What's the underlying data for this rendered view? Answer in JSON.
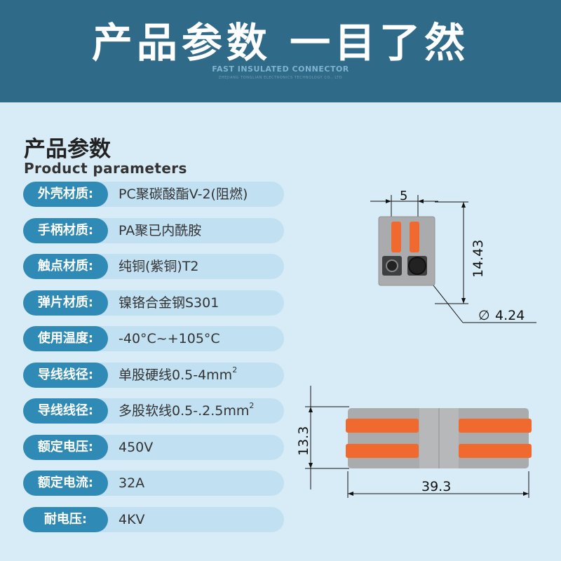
{
  "banner": {
    "title": "产品参数 一目了然",
    "subtitle": "FAST INSULATED CONNECTOR",
    "company": "ZHEJIANG TONGLIAN ELECTRONICS TECHNOLOGY CO., LTD"
  },
  "section": {
    "title_cn": "产品参数",
    "title_en": "Product parameters"
  },
  "params": [
    {
      "label": "外壳材质:",
      "value": "PC聚碳酸酯V-2(阻燃)"
    },
    {
      "label": "手柄材质:",
      "value": "PA聚已内酰胺"
    },
    {
      "label": "触点材质:",
      "value": "纯铜(紫铜)T2"
    },
    {
      "label": "弹片材质:",
      "value": "镍铬合金钢S301"
    },
    {
      "label": "使用温度:",
      "value": "-40°C~+105°C"
    },
    {
      "label": "导线线径:",
      "value": "单股硬线0.5-4mm",
      "sup": "2"
    },
    {
      "label": "导线线径:",
      "value": "多股软线0.5-.2.5mm",
      "sup": "2"
    },
    {
      "label": "额定电压:",
      "value": "450V"
    },
    {
      "label": "额定电流:",
      "value": "32A"
    },
    {
      "label": "耐电压:",
      "value": "4KV"
    }
  ],
  "dimensions": {
    "width_top": "5",
    "height_side": "14.43",
    "hole_diameter": "4.24",
    "height_front": "13.3",
    "length_front": "39.3",
    "diameter_symbol": "∅"
  },
  "colors": {
    "banner": "#2f6a88",
    "background": "#d8ecf7",
    "label_pill": "#2f8ab5",
    "value_pill": "#c1e0f2",
    "lever_orange": "#f06a30",
    "housing_grey": "#a7a9ab"
  }
}
